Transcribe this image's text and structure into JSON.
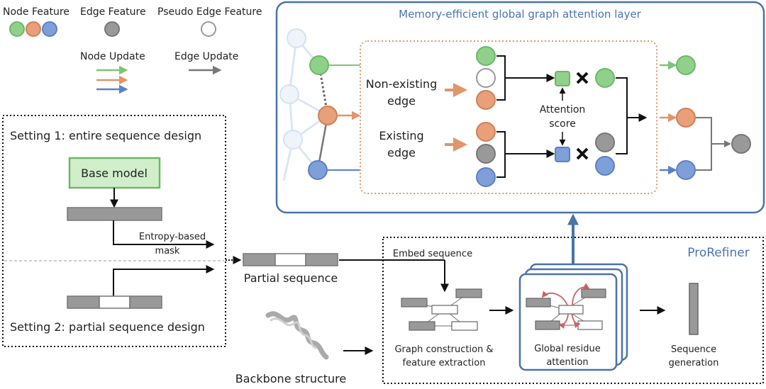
{
  "legend": {
    "node_feature": "Node Feature",
    "edge_feature": "Edge Feature",
    "pseudo_edge_feature": "Pseudo Edge Feature",
    "node_update": "Node Update",
    "edge_update": "Edge Update"
  },
  "attention_layer": {
    "title": "Memory-efficient global graph attention layer",
    "non_existing_edge_line1": "Non-existing",
    "non_existing_edge_line2": "edge",
    "existing_edge_line1": "Existing",
    "existing_edge_line2": "edge",
    "attention_score_line1": "Attention",
    "attention_score_line2": "score"
  },
  "settings": {
    "setting1": "Setting 1: entire sequence design",
    "base_model": "Base model",
    "entropy_line1": "Entropy-based",
    "entropy_line2": "mask",
    "setting2": "Setting 2: partial sequence design"
  },
  "pipeline": {
    "partial_sequence": "Partial sequence",
    "backbone_structure": "Backbone structure",
    "embed_sequence": "Embed sequence",
    "prorefiner": "ProRefiner",
    "graph_line1": "Graph construction &",
    "graph_line2": "feature extraction",
    "global_line1": "Global residue",
    "global_line2": "attention",
    "seqgen_line1": "Sequence",
    "seqgen_line2": "generation"
  },
  "colors": {
    "green": "#8fd18a",
    "orange": "#e8a07a",
    "blue": "#7f9fd8",
    "gray": "#999999",
    "frame_blue": "#4a73a8",
    "dotted_orange": "#e0956a"
  }
}
